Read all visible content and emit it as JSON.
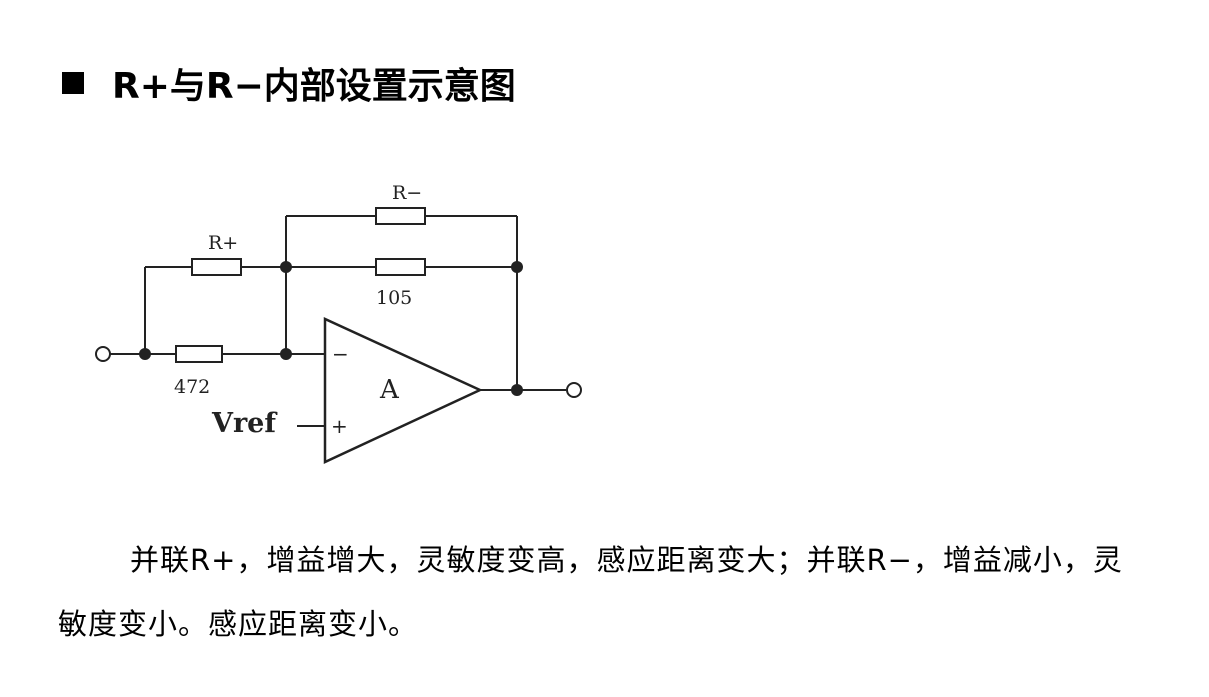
{
  "heading": {
    "title": "R+与R−内部设置示意图"
  },
  "diagram": {
    "labels": {
      "r_minus": "R−",
      "r_plus": "R+",
      "r_feedback": "105",
      "r_input": "472",
      "vref": "Vref",
      "amplifier": "A",
      "inverting": "−",
      "noninverting": "+"
    }
  },
  "caption": {
    "line1": "并联R+，增益增大，灵敏度变高，感应距离变大；并联R−，增益减小，灵",
    "line2": "敏度变小。感应距离变小。"
  }
}
